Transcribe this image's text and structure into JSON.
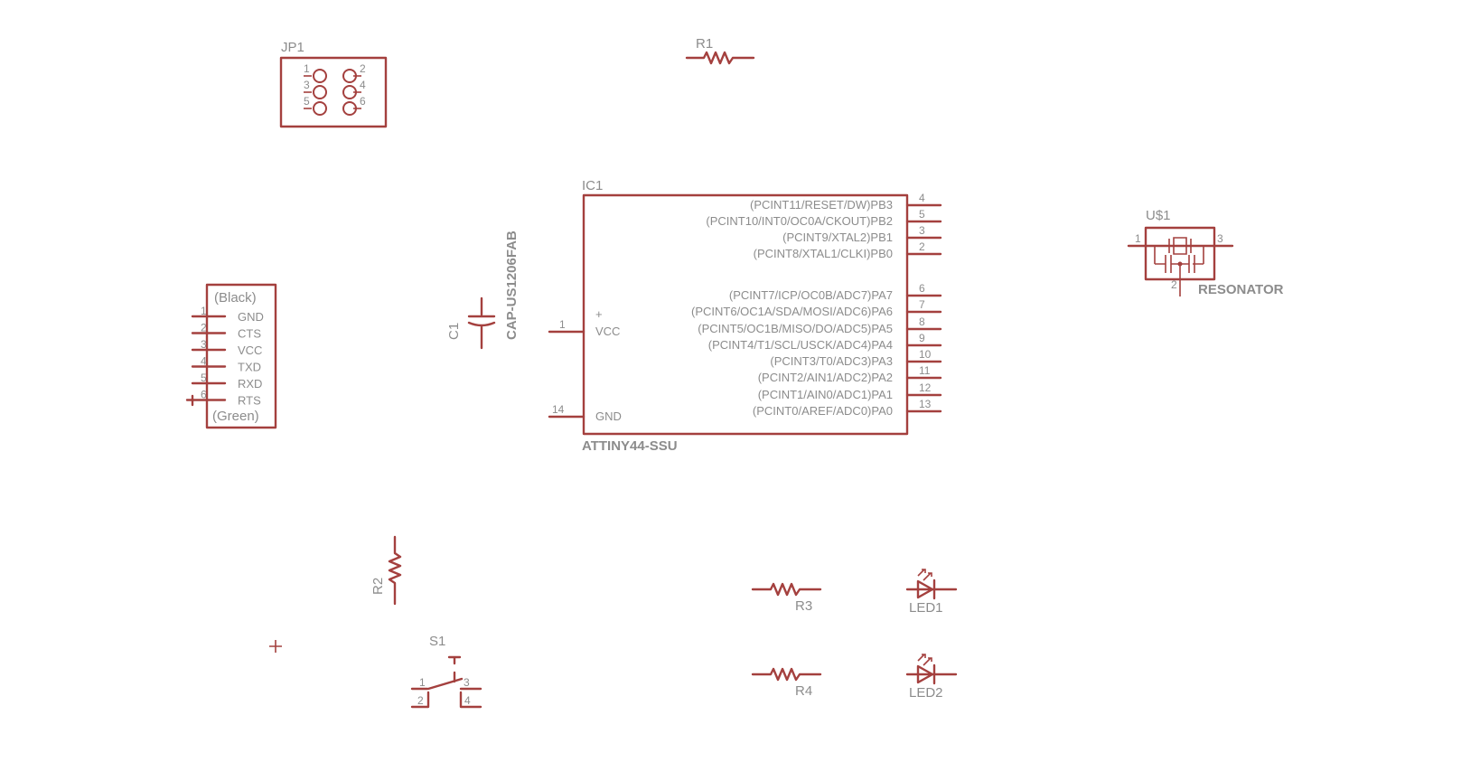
{
  "colors": {
    "symbol": "#a4403e",
    "text": "#8c8c8c",
    "background": "#ffffff"
  },
  "jp1": {
    "name": "JP1",
    "pins": [
      "1",
      "2",
      "3",
      "4",
      "5",
      "6"
    ]
  },
  "r1": {
    "name": "R1"
  },
  "r2": {
    "name": "R2"
  },
  "r3": {
    "name": "R3"
  },
  "r4": {
    "name": "R4"
  },
  "c1": {
    "name": "C1",
    "value": "CAP-US1206FAB"
  },
  "ic1": {
    "name": "IC1",
    "value": "ATTINY44-SSU",
    "left_pins": [
      {
        "num": "1",
        "label": "VCC"
      },
      {
        "num": "14",
        "label": "GND"
      }
    ],
    "plus": "+",
    "right_pins": [
      {
        "num": "4",
        "label": "(PCINT11/RESET/DW)PB3"
      },
      {
        "num": "5",
        "label": "(PCINT10/INT0/OC0A/CKOUT)PB2"
      },
      {
        "num": "3",
        "label": "(PCINT9/XTAL2)PB1"
      },
      {
        "num": "2",
        "label": "(PCINT8/XTAL1/CLKI)PB0"
      },
      {
        "num": "6",
        "label": "(PCINT7/ICP/OC0B/ADC7)PA7"
      },
      {
        "num": "7",
        "label": "(PCINT6/OC1A/SDA/MOSI/ADC6)PA6"
      },
      {
        "num": "8",
        "label": "(PCINT5/OC1B/MISO/DO/ADC5)PA5"
      },
      {
        "num": "9",
        "label": "(PCINT4/T1/SCL/USCK/ADC4)PA4"
      },
      {
        "num": "10",
        "label": "(PCINT3/T0/ADC3)PA3"
      },
      {
        "num": "11",
        "label": "(PCINT2/AIN1/ADC2)PA2"
      },
      {
        "num": "12",
        "label": "(PCINT1/AIN0/ADC1)PA1"
      },
      {
        "num": "13",
        "label": "(PCINT0/AREF/ADC0)PA0"
      }
    ]
  },
  "ftdi": {
    "top_label": "(Black)",
    "bottom_label": "(Green)",
    "pins": [
      {
        "num": "1",
        "label": "GND"
      },
      {
        "num": "2",
        "label": "CTS"
      },
      {
        "num": "3",
        "label": "VCC"
      },
      {
        "num": "4",
        "label": "TXD"
      },
      {
        "num": "5",
        "label": "RXD"
      },
      {
        "num": "6",
        "label": "RTS"
      }
    ]
  },
  "u1": {
    "name": "U$1",
    "value": "RESONATOR",
    "pins": [
      "1",
      "2",
      "3"
    ]
  },
  "s1": {
    "name": "S1",
    "pins": [
      "1",
      "2",
      "3",
      "4"
    ]
  },
  "led1": {
    "name": "LED1"
  },
  "led2": {
    "name": "LED2"
  }
}
